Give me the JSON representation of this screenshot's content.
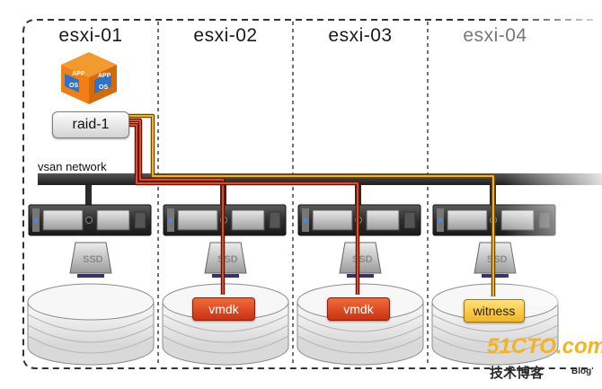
{
  "hosts": [
    {
      "name": "esxi-01",
      "faded": false
    },
    {
      "name": "esxi-02",
      "faded": false
    },
    {
      "name": "esxi-03",
      "faded": false
    },
    {
      "name": "esxi-04",
      "faded": true
    }
  ],
  "vm": {
    "app_label": "APP",
    "os_label": "OS"
  },
  "raid_label": "raid-1",
  "network_label": "vsan network",
  "disk_label": "SSD",
  "components": [
    {
      "label": "vmdk",
      "type": "vmdk",
      "host": "esxi-02"
    },
    {
      "label": "vmdk",
      "type": "vmdk",
      "host": "esxi-03"
    },
    {
      "label": "witness",
      "type": "witness",
      "host": "esxi-04"
    }
  ],
  "colors": {
    "vmdk": "#d9451f",
    "witness": "#f2b623",
    "network_bar": "#3a3a3a",
    "dashed_border": "#333333"
  },
  "watermark": {
    "main": "51CTO.com",
    "sub": "技术博客",
    "blog": "Blog"
  }
}
